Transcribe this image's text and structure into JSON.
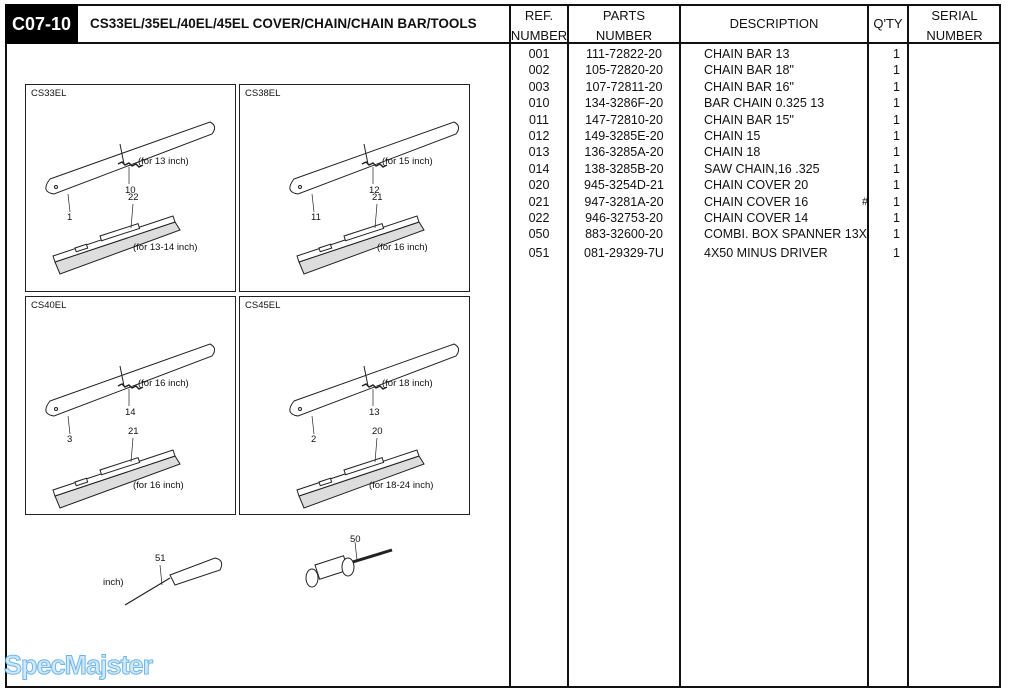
{
  "header": {
    "code": "C07-10",
    "title": "CS33EL/35EL/40EL/45EL  COVER/CHAIN/CHAIN BAR/TOOLS"
  },
  "columns": {
    "ref": [
      "REF.",
      "NUMBER"
    ],
    "parts": [
      "PARTS",
      "NUMBER"
    ],
    "description": "DESCRIPTION",
    "qty": "Q'TY",
    "serial": [
      "SERIAL",
      "NUMBER"
    ]
  },
  "rows": [
    {
      "ref": "001",
      "part": "111-72822-20",
      "desc": "CHAIN BAR 13",
      "qty": "1"
    },
    {
      "ref": "002",
      "part": "105-72820-20",
      "desc": "CHAIN BAR 18\"",
      "qty": "1"
    },
    {
      "ref": "003",
      "part": "107-72811-20",
      "desc": "CHAIN BAR 16\"",
      "qty": "1"
    },
    {
      "ref": "010",
      "part": "134-3286F-20",
      "desc": "BAR CHAIN 0.325  13",
      "qty": "1"
    },
    {
      "ref": "011",
      "part": "147-72810-20",
      "desc": "CHAIN BAR 15\"",
      "qty": "1"
    },
    {
      "ref": "012",
      "part": "149-3285E-20",
      "desc": "CHAIN 15",
      "qty": "1"
    },
    {
      "ref": "013",
      "part": "136-3285A-20",
      "desc": "CHAIN 18",
      "qty": "1"
    },
    {
      "ref": "014",
      "part": "138-3285B-20",
      "desc": "SAW CHAIN,16  .325",
      "qty": "1"
    },
    {
      "ref": "020",
      "part": "945-3254D-21",
      "desc": "CHAIN COVER 20",
      "qty": "1"
    },
    {
      "ref": "021",
      "part": "947-3281A-20",
      "desc": "CHAIN COVER 16",
      "qty": "1",
      "mark": "#"
    },
    {
      "ref": "022",
      "part": "946-32753-20",
      "desc": "CHAIN COVER 14",
      "qty": "1"
    },
    {
      "ref": "050",
      "part": "883-32600-20",
      "desc": "COMBI. BOX SPANNER 13X",
      "qty": "1"
    },
    {
      "ref": "051",
      "part": "081-29329-7U",
      "desc": "4X50 MINUS DRIVER",
      "qty": "1"
    }
  ],
  "diagram": {
    "panels": [
      {
        "model": "CS33EL",
        "chain_note": "(for 13 inch)",
        "chain_ref": "10",
        "bar_ref": "1",
        "cover_ref": "22",
        "cover_note": "(for 13-14 inch)"
      },
      {
        "model": "CS38EL",
        "chain_note": "(for 15 inch)",
        "chain_ref": "12",
        "bar_ref": "11",
        "cover_ref": "21",
        "cover_note": "(for 16 inch)"
      },
      {
        "model": "CS40EL",
        "chain_note": "(for 16 inch)",
        "chain_ref": "14",
        "bar_ref": "3",
        "cover_ref": "21",
        "cover_note": "(for 16 inch)"
      },
      {
        "model": "CS45EL",
        "chain_note": "(for 18 inch)",
        "chain_ref": "13",
        "bar_ref": "2",
        "cover_ref": "20",
        "cover_note": "(for 18-24 inch)"
      }
    ],
    "tools": {
      "driver_ref": "51",
      "spanner_ref": "50",
      "stray_text": "inch)"
    }
  },
  "watermark": "SpecMajster"
}
